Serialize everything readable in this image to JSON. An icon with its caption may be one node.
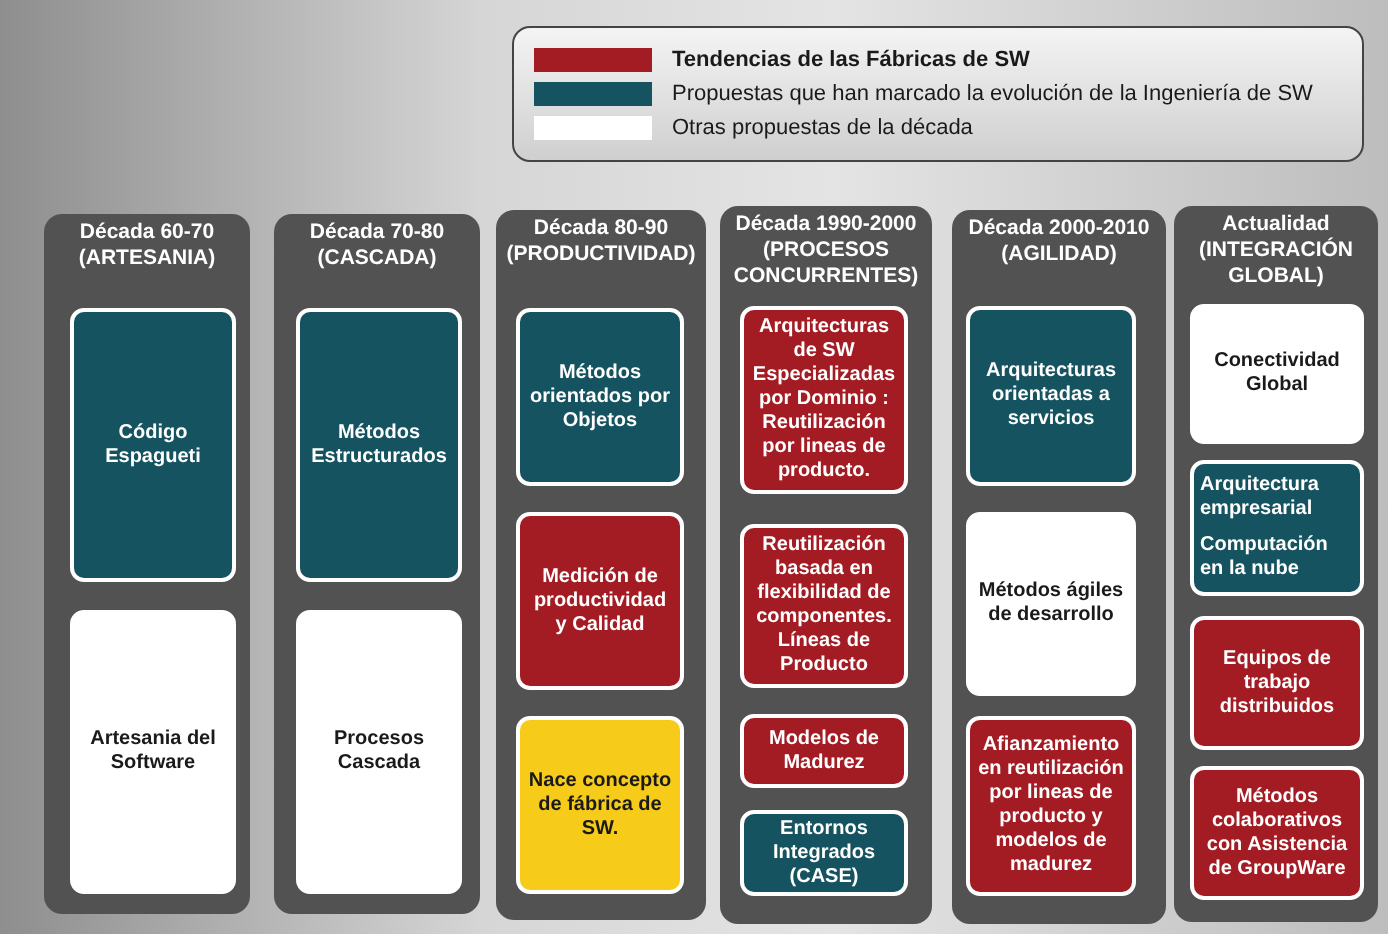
{
  "diagram": {
    "nodes": [
      {
        "text": [
          "Década 60-70 (ARTESANIA)"
        ]
      },
      {
        "text": [
          "Código Espagueti"
        ],
        "in": 0
      },
      {
        "text": [
          "Artesania del Software"
        ],
        "in": 0
      },
      {
        "text": [
          "Década 70-80 (CASCADA)"
        ]
      },
      {
        "text": [
          "Métodos Estructurados"
        ],
        "in": 3
      },
      {
        "text": [
          "Procesos Cascada"
        ],
        "in": 3
      },
      {
        "text": [
          "Década 80-90 (PRODUCTIVIDAD)"
        ]
      },
      {
        "text": [
          "Métodos orientados por Objetos"
        ],
        "in": 6
      },
      {
        "text": [
          "Medición de productividad y Calidad"
        ],
        "in": 6
      },
      {
        "text": [
          "Nace concepto de fábrica de SW."
        ],
        "in": 6
      },
      {
        "text": [
          "Década 1990-2000 (PROCESOS CONCURRENTES)"
        ]
      },
      {
        "text": [
          "Arquitecturas de SW Especializadas por Dominio : Reutilización por lineas de producto."
        ],
        "in": 10
      },
      {
        "text": [
          "Reutilización basada en flexibilidad de componentes. Líneas de Producto"
        ],
        "in": 10
      },
      {
        "text": [
          "Modelos de Madurez"
        ],
        "in": 10
      },
      {
        "text": [
          "Entornos Integrados (CASE)"
        ],
        "in": 10
      },
      {
        "text": [
          "Década 2000-2010 (AGILIDAD)"
        ]
      },
      {
        "text": [
          "Arquitecturas orientadas a servicios"
        ],
        "in": 15
      },
      {
        "text": [
          "Métodos ágiles de desarrollo"
        ],
        "in": 15
      },
      {
        "text": [
          "Afianzamiento en reutilización por lineas de producto y modelos de madurez"
        ],
        "in": 15
      },
      {
        "text": [
          "Actualidad (INTEGRACIÓN GLOBAL)"
        ]
      },
      {
        "text": [
          "Conectividad Global"
        ],
        "in": 19
      },
      {
        "text": [
          "Arquitectura empresarial",
          "Computación en la nube"
        ],
        "in": 19
      },
      {
        "text": [
          "Equipos de trabajo distribuidos"
        ],
        "in": 19
      },
      {
        "text": [
          "Métodos colaborativos con Asistencia de GroupWare"
        ],
        "in": 19
      }
    ],
    "legend": [
      {
        "text": "Tendencias de las Fábricas de SW",
        "color": "#a31c24"
      },
      {
        "text": "Propuestas que han marcado la evolución de la Ingeniería de SW",
        "color": "#14535f"
      },
      {
        "text": "Otras propuestas de la década",
        "color": "#ffffff"
      }
    ]
  }
}
